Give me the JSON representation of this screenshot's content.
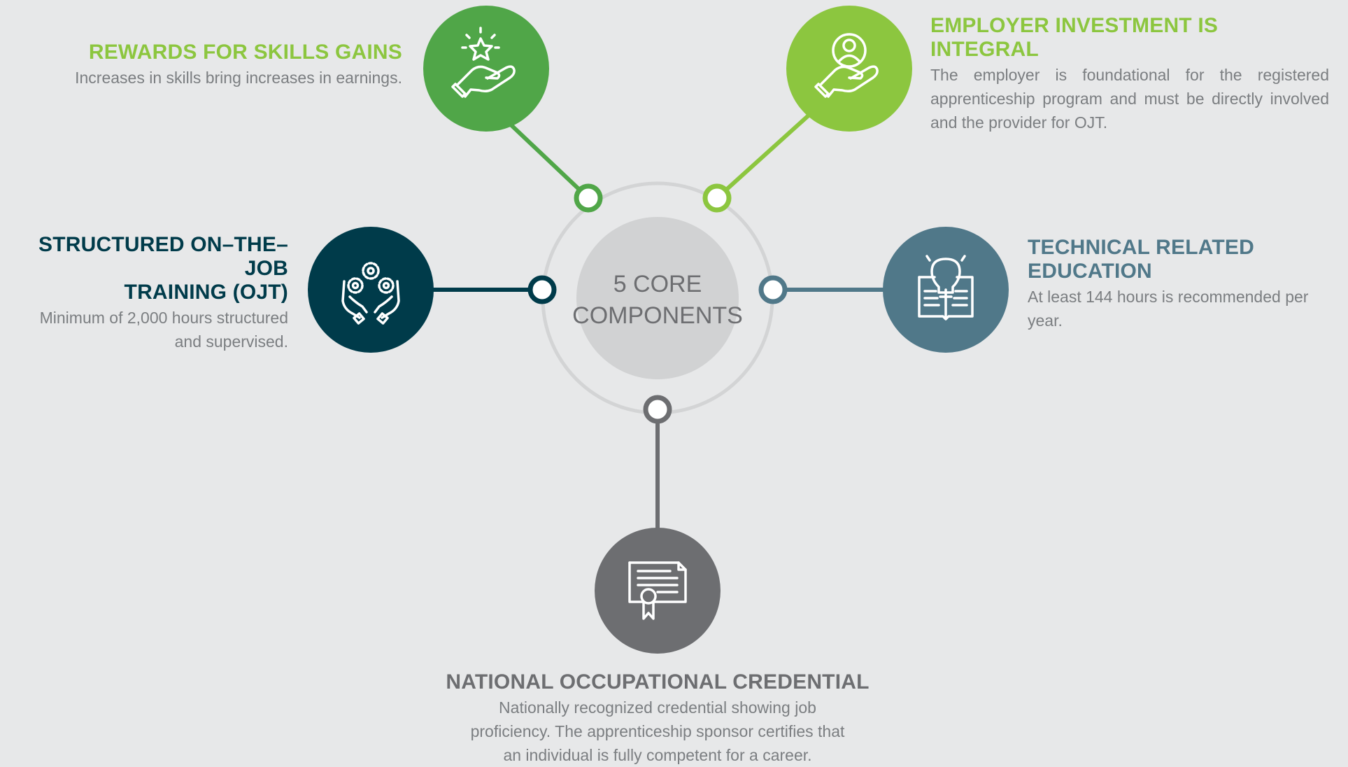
{
  "center": {
    "line1": "5 CORE",
    "line2": "COMPONENTS"
  },
  "colors": {
    "background": "#e7e8e9",
    "ring": "#d3d4d5",
    "center_disc": "#d1d2d3",
    "center_text": "#6d6e71",
    "rewards": "#50a648",
    "employer": "#8cc63f",
    "ojt": "#003b4a",
    "technical": "#507889",
    "credential": "#6d6e71",
    "body_text": "#7b7e81"
  },
  "components": {
    "rewards": {
      "icon": "hand-star-icon",
      "title": "REWARDS FOR SKILLS GAINS",
      "description": "Increases in skills bring increases in earnings."
    },
    "employer": {
      "icon": "hand-person-icon",
      "title": "EMPLOYER INVESTMENT IS INTEGRAL",
      "description": "The employer is foundational for the registered apprenticeship program and must be directly involved and the provider for OJT."
    },
    "ojt": {
      "icon": "hands-gears-icon",
      "title_line1": "STRUCTURED ON–THE–JOB",
      "title_line2": "TRAINING (OJT)",
      "desc_line1": "Minimum of 2,000 hours structured",
      "desc_line2": "and supervised."
    },
    "technical": {
      "icon": "book-lightbulb-icon",
      "title_line1": "TECHNICAL RELATED",
      "title_line2": "EDUCATION",
      "desc_line1": "At least 144 hours is recommended per",
      "desc_line2": "year."
    },
    "credential": {
      "icon": "certificate-icon",
      "title": "NATIONAL OCCUPATIONAL CREDENTIAL",
      "desc_line1": "Nationally recognized credential showing job",
      "desc_line2": "proficiency. The apprenticeship sponsor certifies that",
      "desc_line3": "an individual is fully competent for a career."
    }
  }
}
